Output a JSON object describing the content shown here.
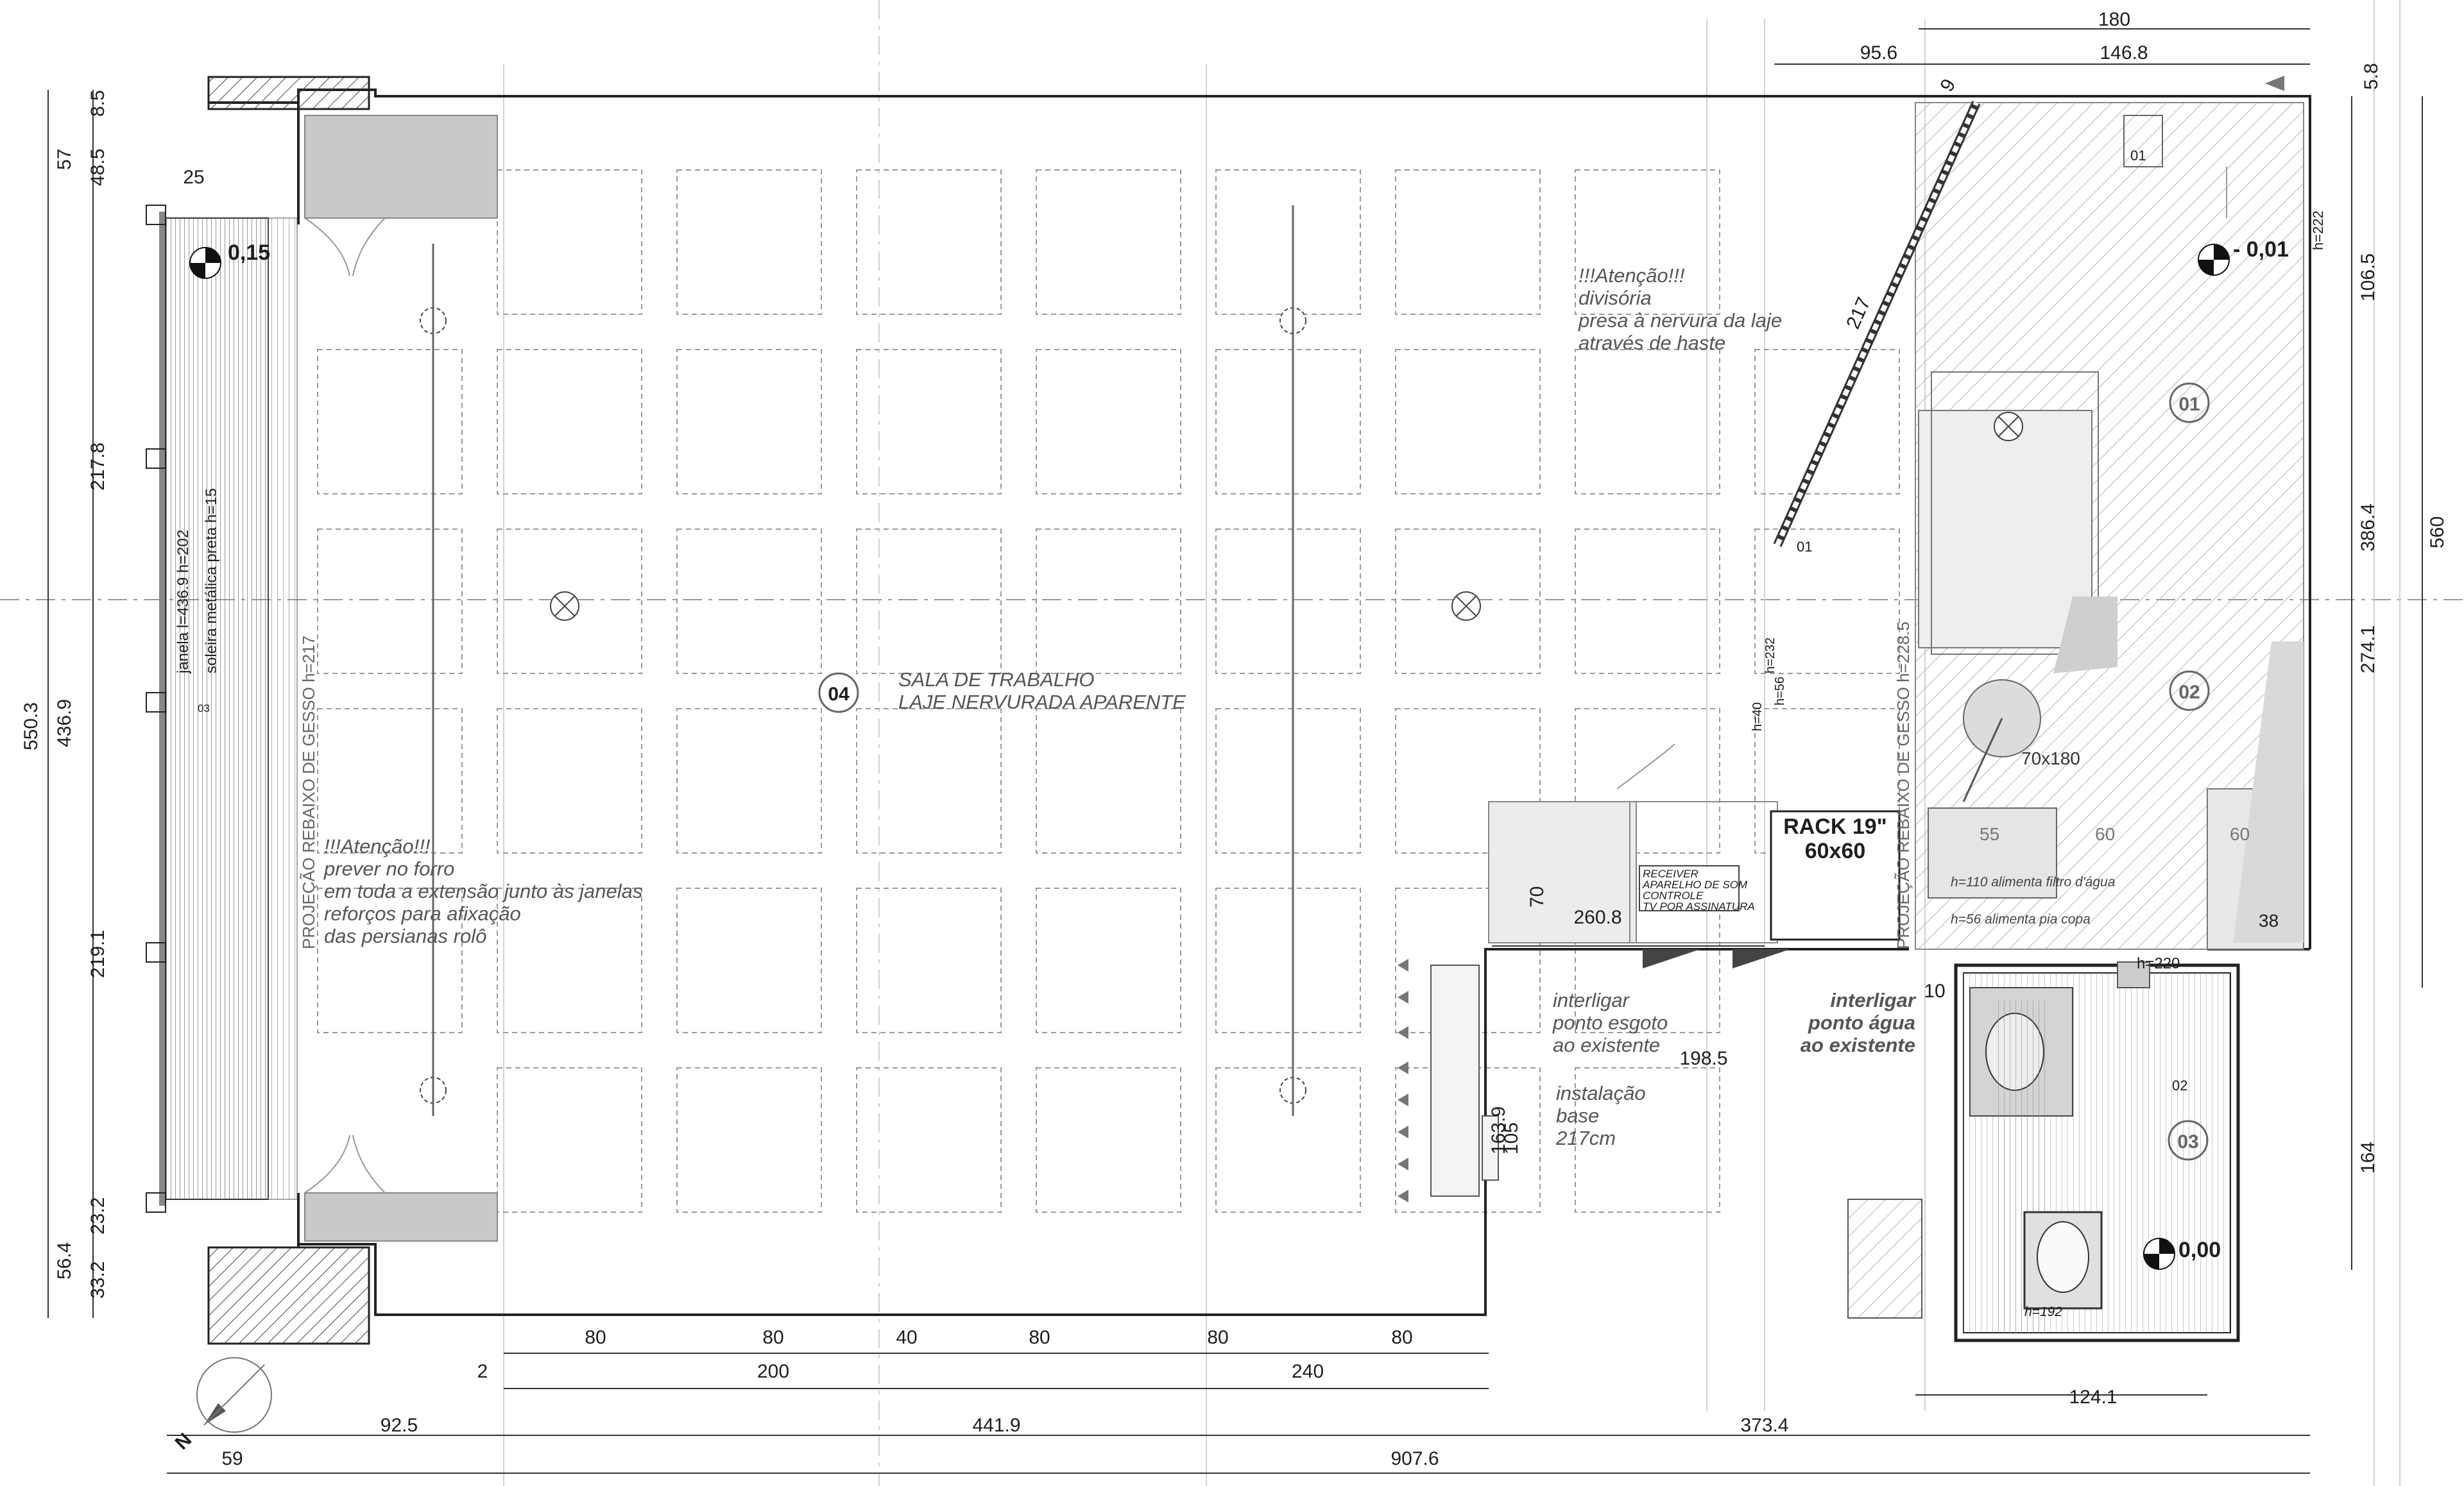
{
  "room_04": {
    "tag": "04",
    "name": "SALA DE TRABALHO",
    "subtitle": "LAJE NERVURADA APARENTE"
  },
  "notes": {
    "partition": [
      "!!!Atenção!!!",
      "divisória",
      "presa à nervura da laje",
      "através de haste"
    ],
    "blinds": [
      "!!!Atenção!!!",
      "prever no forro",
      "em toda a extensão junto às janelas",
      "reforços para afixação",
      "das persianas rolô"
    ],
    "sewer": [
      "interligar",
      "ponto esgoto",
      "ao existente"
    ],
    "water": [
      "interligar",
      "ponto água",
      "ao existente"
    ],
    "base": [
      "instalação",
      "base",
      "217cm"
    ],
    "rack_equipment": [
      "RECEIVER",
      "APARELHO DE SOM",
      "CONTROLE",
      "TV POR ASSINATURA"
    ]
  },
  "rack": {
    "title": "RACK 19\"",
    "size": "60x60"
  },
  "window": {
    "label": "janela l=436.9 h=202",
    "sill": "soleira metálica preta h=15",
    "tag": "03"
  },
  "ceiling_labels": {
    "left": "PROJEÇÃO REBAIXO DE GESSO h=217",
    "right": "PROJEÇÃO REBAIXO  DE GESSO h=228.5"
  },
  "levels": {
    "room": "0,15",
    "kitchen": "- 0,01",
    "wc": "0,00"
  },
  "tags": {
    "t01": "01",
    "t02": "02",
    "t03": "03",
    "d01": "01",
    "d02": "02",
    "d01b": "01"
  },
  "heights": {
    "h222": "h=222",
    "h220": "h=220",
    "h110": "h=110 alimenta filtro d'água",
    "h56": "h=56 alimenta pia copa",
    "h40": "h=40",
    "h56b": "h=56",
    "h232": "h=232",
    "h192": "h=192"
  },
  "kitchen": {
    "counter": "70x180",
    "c55": "55",
    "c60a": "60",
    "c60b": "60",
    "c38": "38"
  },
  "north": "N",
  "dims": {
    "top_180": "180",
    "top_95_6": "95.6",
    "top_146_8": "146.8",
    "top_9": "9",
    "top_5_8": "5.8",
    "diag_217": "217",
    "d25": "25",
    "left_8_5": "8.5",
    "left_57": "57",
    "left_48_5": "48.5",
    "left_217_8": "217.8",
    "left_550_3": "550.3",
    "left_436_9": "436.9",
    "left_219_1": "219.1",
    "left_56_4": "56.4",
    "left_23_2": "23.2",
    "left_33_2": "33.2",
    "right_106_5": "106.5",
    "right_386_4": "386.4",
    "right_560": "560",
    "right_274_1": "274.1",
    "right_164": "164",
    "mid_70": "70",
    "mid_260_8": "260.8",
    "mid_198_5": "198.5",
    "mid_105": "105",
    "mid_163_9": "163.9",
    "mid_10": "10",
    "bot_80a": "80",
    "bot_80b": "80",
    "bot_40": "40",
    "bot_80c": "80",
    "bot_80d": "80",
    "bot_80e": "80",
    "bot_2": "2",
    "bot_200": "200",
    "bot_240": "240",
    "bot_124_1": "124.1",
    "bot_92_5": "92.5",
    "bot_441_9": "441.9",
    "bot_373_4": "373.4",
    "bot_59": "59",
    "bot_907_6": "907.6"
  }
}
